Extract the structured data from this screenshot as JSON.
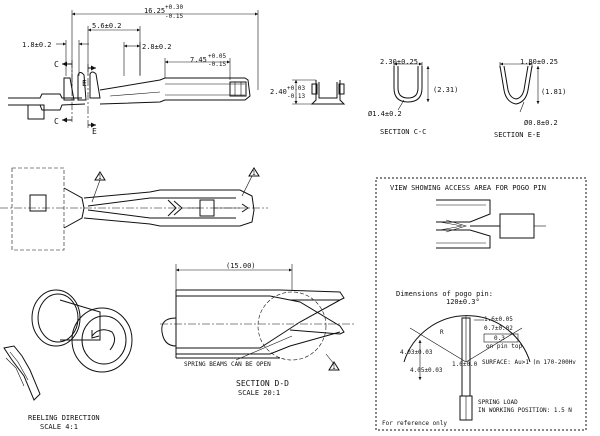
{
  "dims": {
    "overall": "16.25",
    "overall_tol_top": "+0.30",
    "overall_tol_bottom": "-0.15",
    "d_5_6": "5.6±0.2",
    "d_1_8": "1.8±0.2",
    "d_2_8": "2.8±0.2",
    "d_7_45": "7.45",
    "d_7_45_tol_top": "+0.05",
    "d_7_45_tol_bottom": "-0.15",
    "d_2_40": "2.40",
    "d_2_40_tol_top": "+0.03",
    "d_2_40_tol_bottom": "-0.13",
    "d_2_30": "2.30±0.25",
    "d_2_31": "(2.31)",
    "d_1_4": "Ø1.4±0.2",
    "d_1_80": "1.80±0.25",
    "d_1_81": "(1.81)",
    "d_0_8": "Ø0.8±0.2",
    "d_15_00": "(15.00)"
  },
  "cut_labels": {
    "c_top": "C",
    "c_bottom": "C",
    "e_top": "E",
    "e_bottom": "E"
  },
  "sections": {
    "cc": "SECTION  C-C",
    "ee": "SECTION  E-E",
    "dd_title": "SECTION  D-D",
    "dd_scale": "SCALE  20:1"
  },
  "notes": {
    "spring_beams": "SPRING BEAMS CAN BE OPEN",
    "reeling_direction": "REELING DIRECTION",
    "reeling_scale": "SCALE  4:1",
    "flag": "1"
  },
  "pogo": {
    "view_title": "VIEW SHOWING ACCESS AREA FOR POGO PIN",
    "dims_title": "Dimensions of pogo pin:",
    "angle": "120±0.3°",
    "d_1_6": "1.6±0.05",
    "d_0_7": "0.7±0.02",
    "radius": "R",
    "tip_dim": "1.0±0.0",
    "gdt_tol": "0.3",
    "on_pin_top": "on pin top",
    "surface": "SURFACE: Au>1 (m 170-200Hv",
    "d_4_03": "4.03±0.03",
    "d_4_05": "4.05±0.03",
    "spring_load_1": "SPRING LOAD",
    "spring_load_2": "IN WORKING POSITION: 1.5 N",
    "reference": "For reference only"
  }
}
